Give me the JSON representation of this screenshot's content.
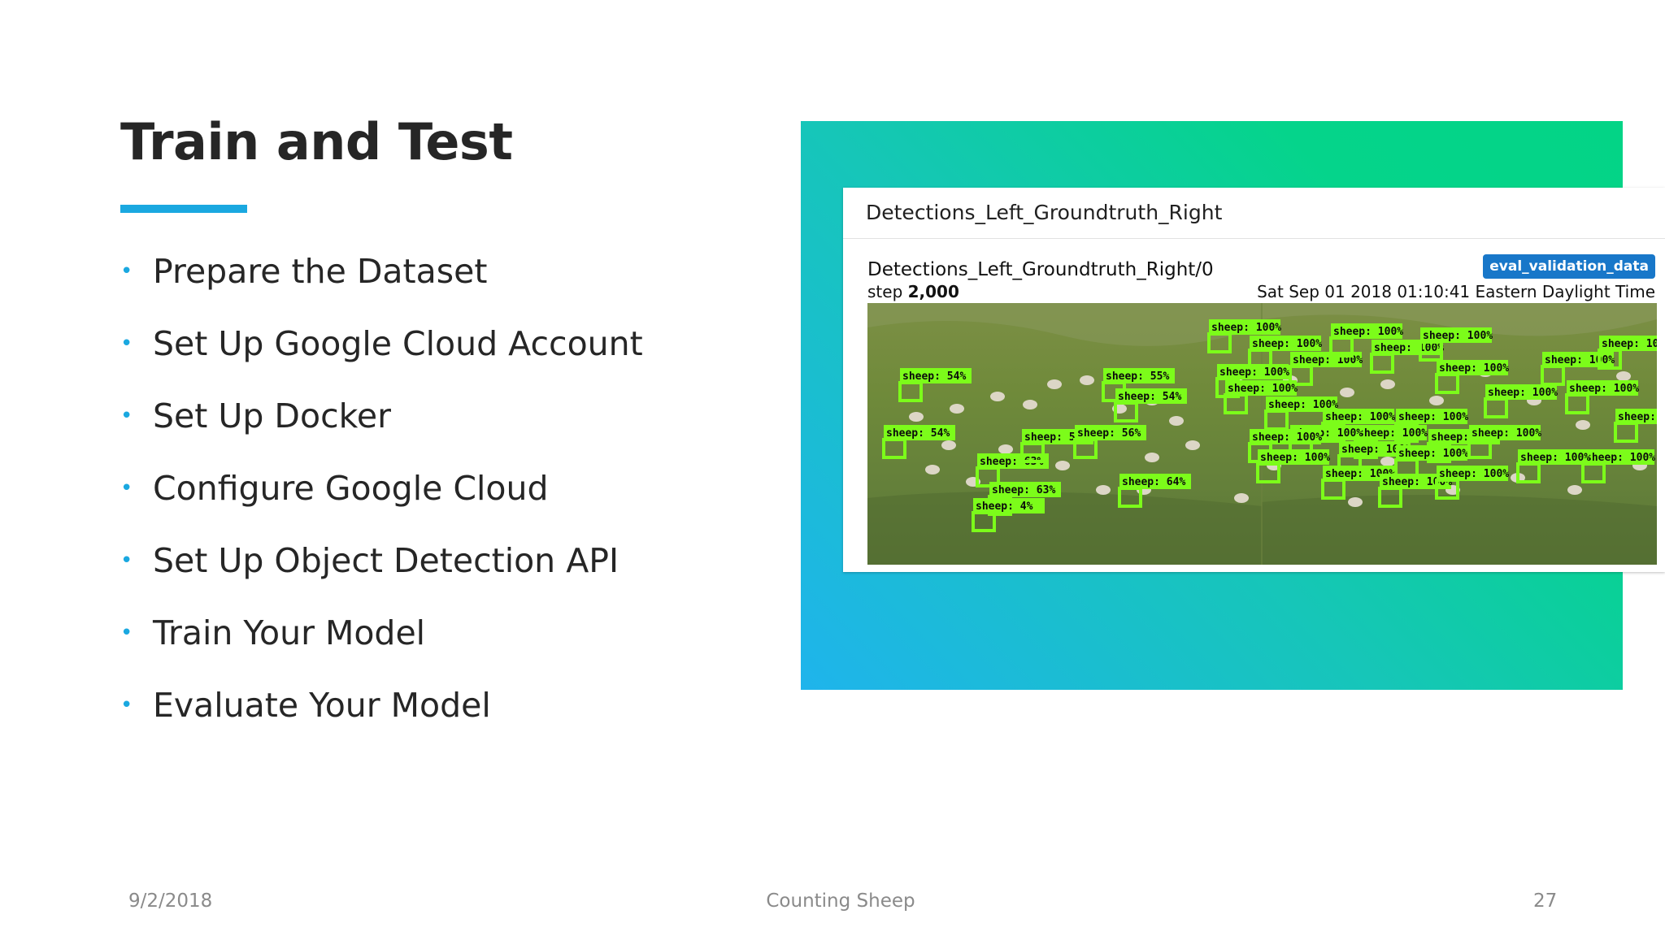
{
  "slide": {
    "title": "Train and Test",
    "bullets": [
      "Prepare the Dataset",
      "Set Up Google Cloud Account",
      "Set Up Docker",
      "Configure Google Cloud",
      "Set Up Object Detection API",
      "Train Your Model",
      "Evaluate Your Model"
    ],
    "bullet_glyph": "•",
    "accent_color": "#1aa8e0"
  },
  "screenshot": {
    "card_title": "Detections_Left_Groundtruth_Right",
    "image_title": "Detections_Left_Groundtruth_Right/0",
    "step_label": "step",
    "step_value": "2,000",
    "timestamp": "Sat Sep 01 2018 01:10:41 Eastern Daylight Time",
    "run_badge": "eval_validation_data",
    "box_color": "#7cfc1a",
    "detection_label_prefix": "sheep:"
  },
  "footer": {
    "date": "9/2/2018",
    "title": "Counting Sheep",
    "page": "27"
  }
}
